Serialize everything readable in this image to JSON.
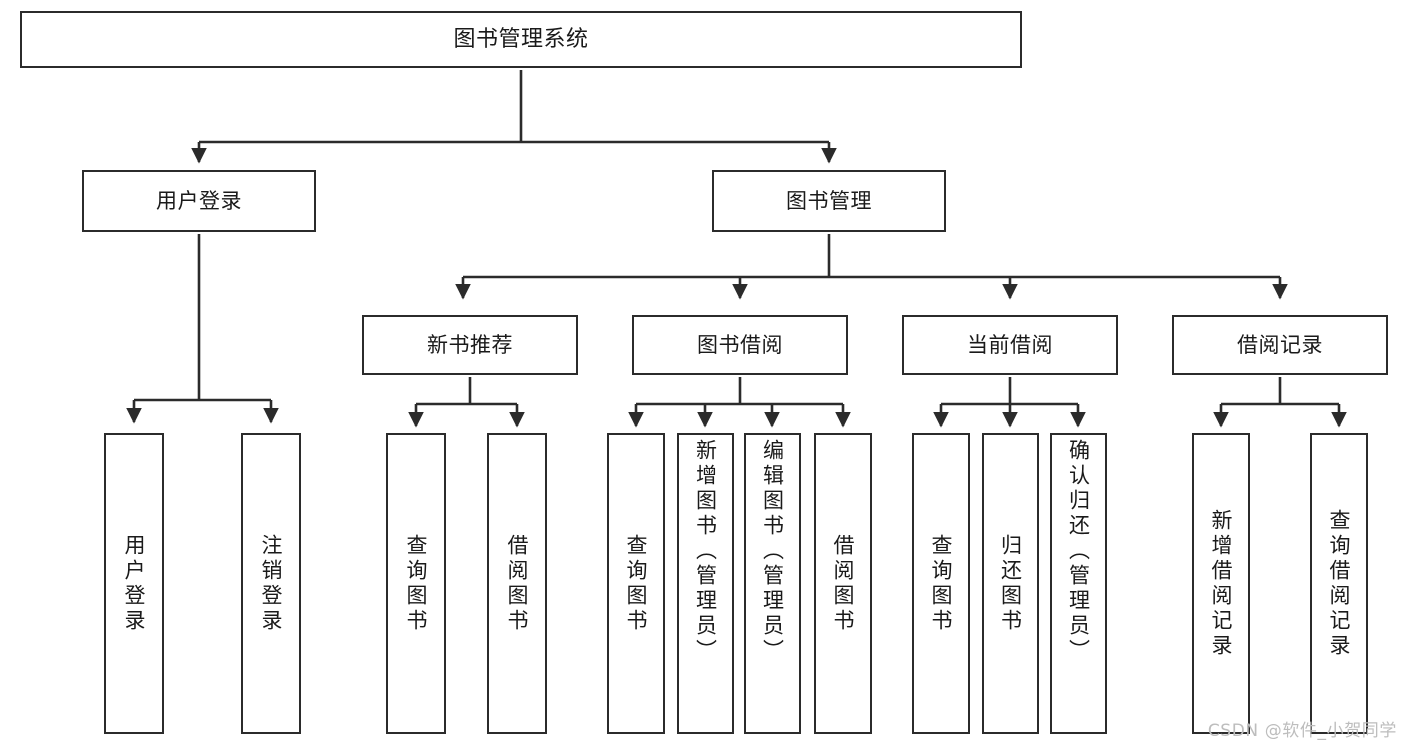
{
  "diagram": {
    "title": "图书管理系统",
    "type": "tree",
    "watermark": "CSDN @软件_小贺同学",
    "style": {
      "border_color": "#2b2b2b",
      "background": "#ffffff",
      "text_color": "#1a1a1a",
      "watermark_color": "#bdbdbd"
    },
    "nodes": {
      "root": {
        "label": "图书管理系统"
      },
      "level2": [
        {
          "id": "user-login",
          "label": "用户登录"
        },
        {
          "id": "book-manage",
          "label": "图书管理"
        }
      ],
      "level3": [
        {
          "id": "new-book-recommend",
          "label": "新书推荐"
        },
        {
          "id": "book-borrow",
          "label": "图书借阅"
        },
        {
          "id": "current-borrow",
          "label": "当前借阅"
        },
        {
          "id": "borrow-record",
          "label": "借阅记录"
        }
      ],
      "leaves": {
        "user_login": [
          {
            "id": "leaf-user-login",
            "label": "用户登录"
          },
          {
            "id": "leaf-user-logout",
            "label": "注销登录"
          }
        ],
        "new_book_recommend": [
          {
            "id": "leaf-query-book-1",
            "label": "查询图书"
          },
          {
            "id": "leaf-borrow-book-1",
            "label": "借阅图书"
          }
        ],
        "book_borrow": [
          {
            "id": "leaf-query-book-2",
            "label": "查询图书"
          },
          {
            "id": "leaf-add-book",
            "label": "新增图书（管理员）"
          },
          {
            "id": "leaf-edit-book",
            "label": "编辑图书（管理员）"
          },
          {
            "id": "leaf-borrow-book-2",
            "label": "借阅图书"
          }
        ],
        "current_borrow": [
          {
            "id": "leaf-query-book-3",
            "label": "查询图书"
          },
          {
            "id": "leaf-return-book",
            "label": "归还图书"
          },
          {
            "id": "leaf-confirm-return",
            "label": "确认归还（管理员）"
          }
        ],
        "borrow_record": [
          {
            "id": "leaf-add-record",
            "label": "新增借阅记录"
          },
          {
            "id": "leaf-query-record",
            "label": "查询借阅记录"
          }
        ]
      }
    }
  }
}
